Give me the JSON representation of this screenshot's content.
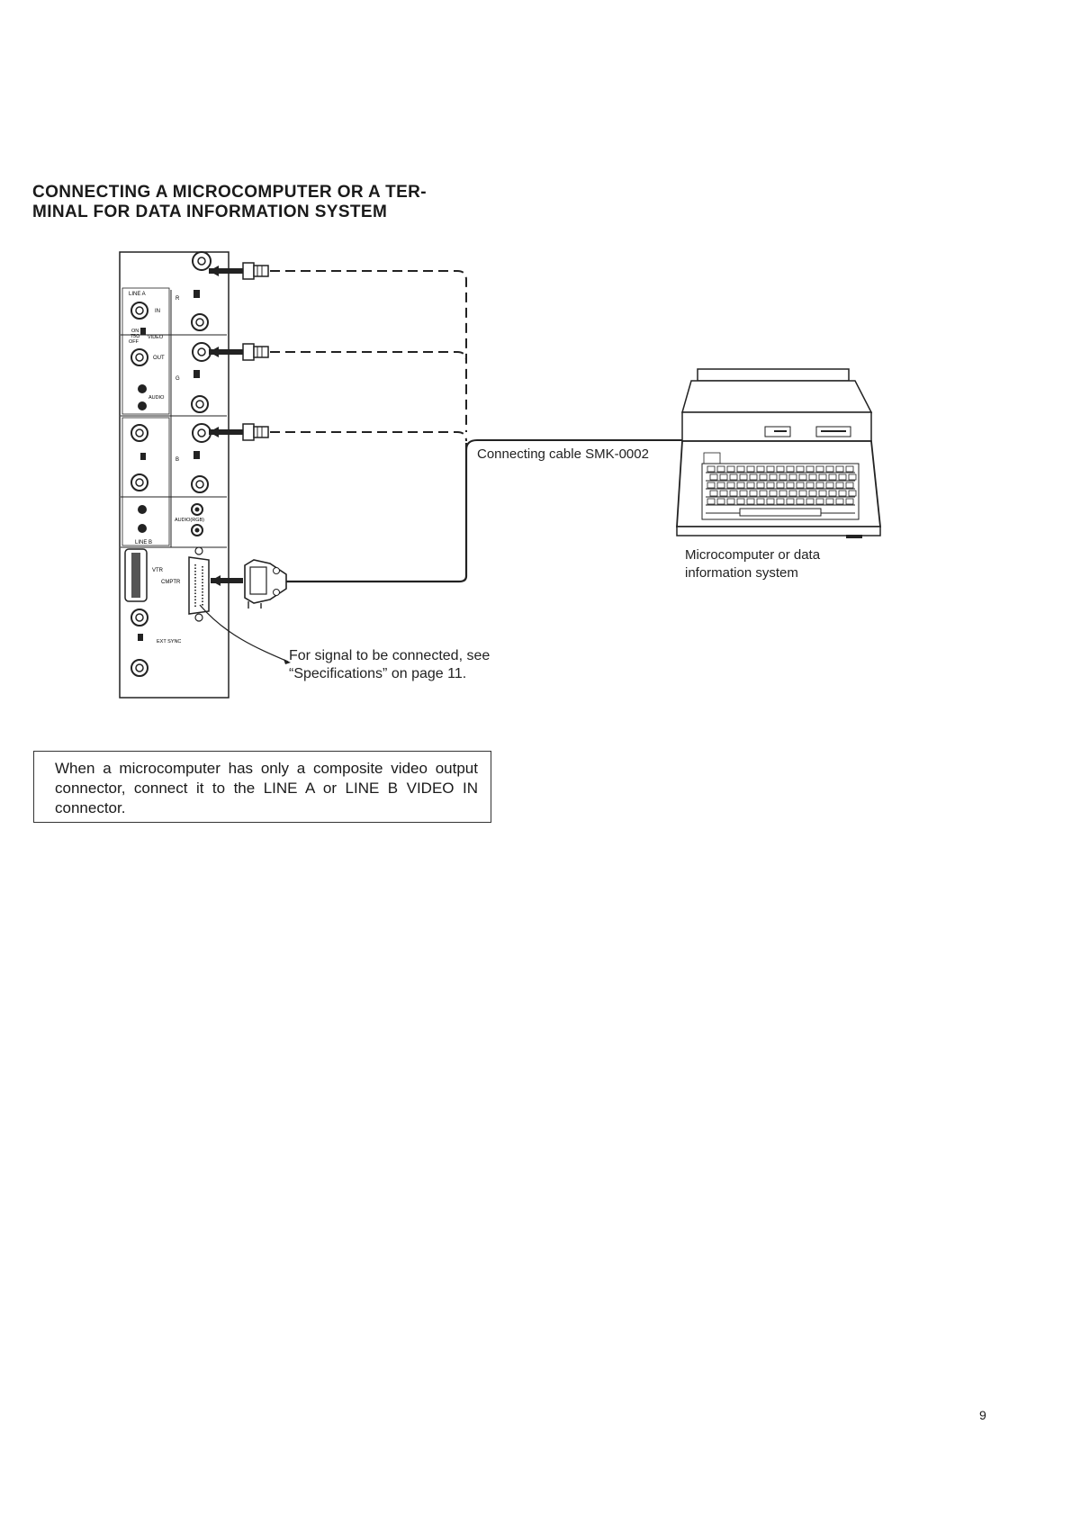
{
  "heading": {
    "line1": "CONNECTING A MICROCOMPUTER OR A TER-",
    "line2": "MINAL FOR DATA INFORMATION SYSTEM"
  },
  "panel": {
    "line_a": "LINE A",
    "line_b": "LINE B",
    "in": "IN",
    "out": "OUT",
    "on": "ON",
    "off": "OFF",
    "ohm": "75Ω",
    "video": "VIDEO",
    "audio": "AUDIO",
    "audio_rgb": "AUDIO(RGB)",
    "r": "R",
    "g": "G",
    "b": "B",
    "vtr": "VTR",
    "cmptr": "CMPTR",
    "ext_sync": "EXT SYNC"
  },
  "labels": {
    "cable": "Connecting cable SMK-0002",
    "computer_line1": "Microcomputer or data",
    "computer_line2": "information system",
    "signal_line1": "For signal to be connected, see",
    "signal_line2": "“Specifications” on page 11."
  },
  "note": "When a microcomputer has only a composite video output connector, connect it to the LINE A or LINE B VIDEO IN connector.",
  "page_number": "9"
}
